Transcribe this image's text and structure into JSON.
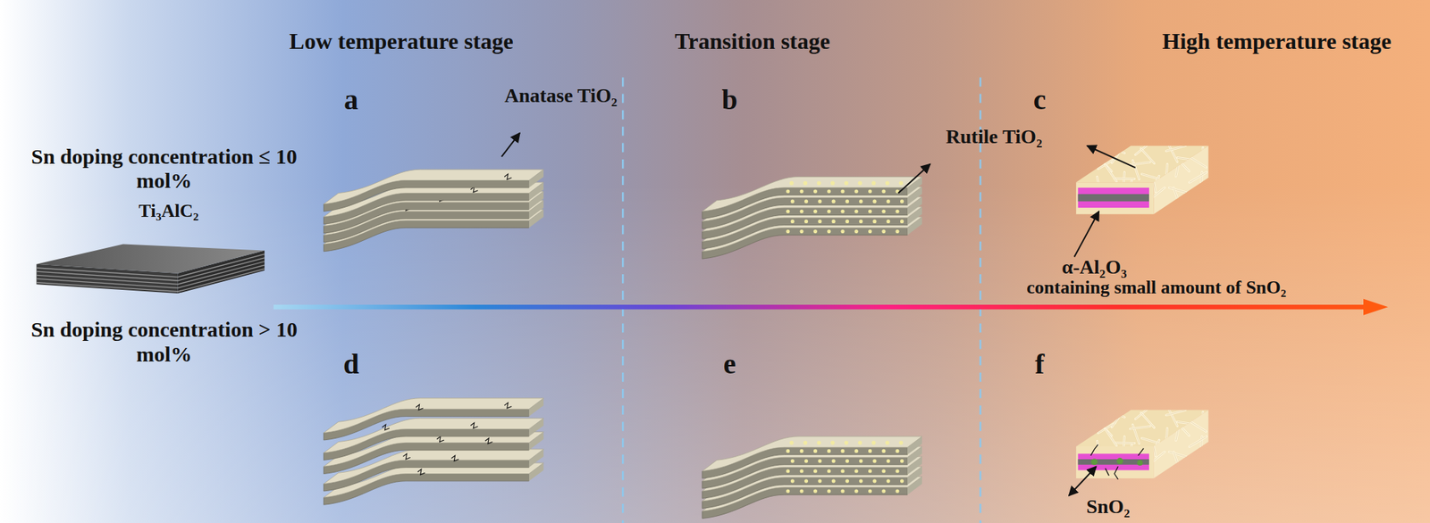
{
  "diagram": {
    "labels": [
      "Low temperature stage",
      "Transition stage",
      "High temperature stage",
      "a",
      "b",
      "c",
      "Sn doping concentration ≤ 10 mol%",
      "Ti₃AlC₂",
      "Anatase TiO₂",
      "Rutile TiO₂",
      "α-Al₂O₃",
      "containing small amount of SnO₂",
      "d",
      "e",
      "f",
      "Sn doping concentration > 10 mol%",
      "SnO₂"
    ]
  }
}
